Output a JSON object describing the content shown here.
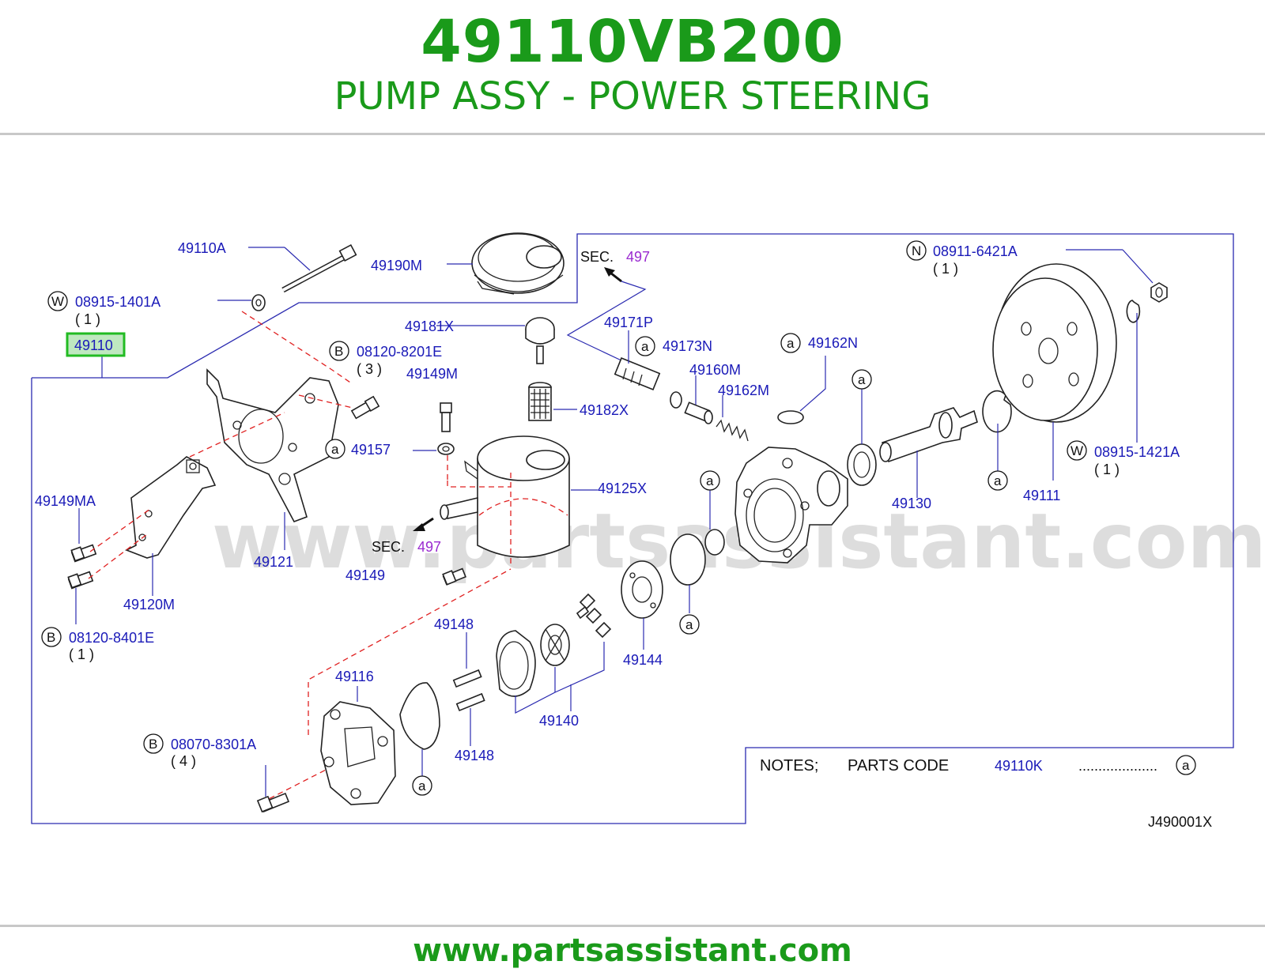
{
  "header": {
    "part_number": "49110VB200",
    "part_name": "PUMP ASSY - POWER STEERING"
  },
  "watermark": "www.partsassistant.com",
  "footer": {
    "url": "www.partsassistant.com"
  },
  "colors": {
    "brand_green": "#1a9a1a",
    "label_blue": "#1a1ab8",
    "section_purple": "#9a2ad0",
    "highlight_green": "#22bb22",
    "highlight_fill": "#bfe8c0",
    "dashed_red": "#e02020"
  },
  "highlighted_part": "49110",
  "labels": {
    "p49110A": "49110A",
    "p49190M": "49190M",
    "sec_top": "SEC.",
    "sec_top_num": "497",
    "p08911": "08911-6421A",
    "p08911_qty": "( 1 )",
    "p08915_1401": "08915-1401A",
    "p08915_1401_qty": "( 1 )",
    "p49110": "49110",
    "p49181X": "49181X",
    "p49171P": "49171P",
    "p49173N": "49173N",
    "p49162N": "49162N",
    "p08120_8201": "08120-8201E",
    "p08120_8201_qty": "( 3 )",
    "p49149M": "49149M",
    "p49160M": "49160M",
    "p49162M": "49162M",
    "p49182X": "49182X",
    "p49157": "49157",
    "p49125X": "49125X",
    "p08915_1421": "08915-1421A",
    "p08915_1421_qty": "( 1 )",
    "p49149MA": "49149MA",
    "p49130": "49130",
    "p49111": "49111",
    "p49121": "49121",
    "sec_mid": "SEC.",
    "sec_mid_num": "497",
    "p49149": "49149",
    "p49120M": "49120M",
    "p08120_8401": "08120-8401E",
    "p08120_8401_qty": "( 1 )",
    "p49148_top": "49148",
    "p49144": "49144",
    "p49116": "49116",
    "p49140": "49140",
    "p08070_8301": "08070-8301A",
    "p08070_8301_qty": "( 4 )",
    "p49148_bot": "49148",
    "notes": "NOTES;",
    "parts_code": "PARTS  CODE",
    "notes_code": "49110K",
    "notes_dots": "....................",
    "drawing_id": "J490001X"
  },
  "circle_marks": {
    "W": "W",
    "N": "N",
    "B": "B",
    "a": "a"
  }
}
